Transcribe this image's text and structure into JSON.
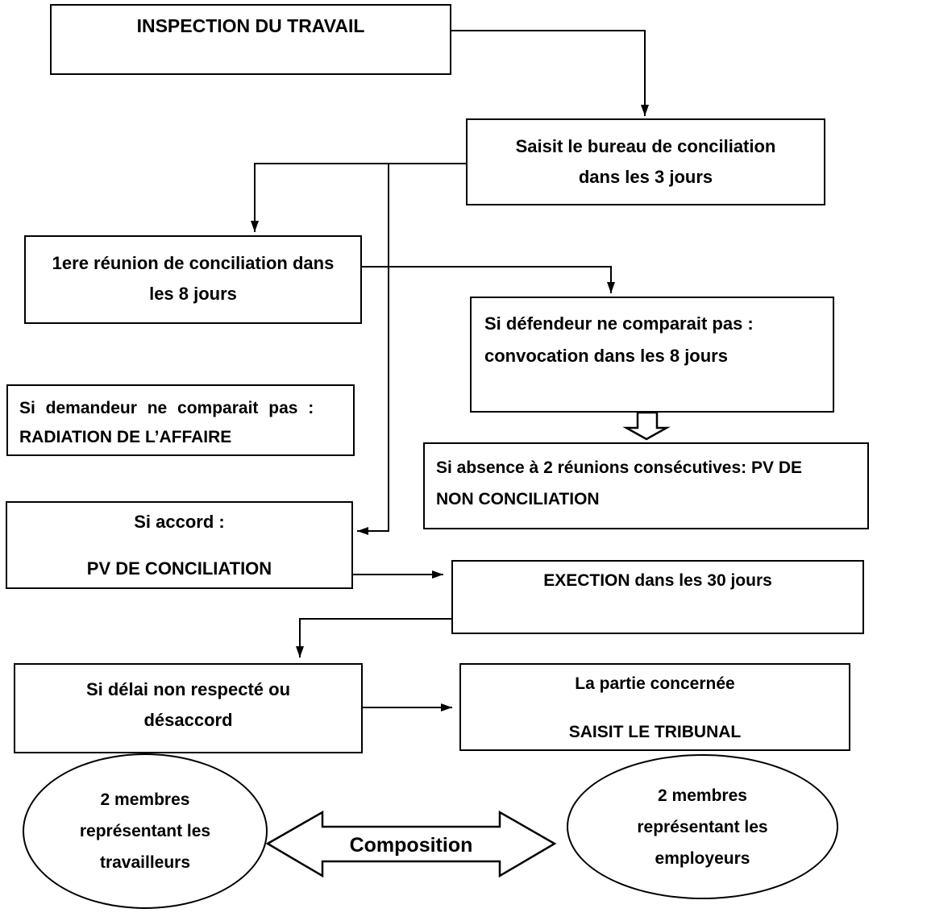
{
  "boxes": {
    "inspection": {
      "line1": "INSPECTION DU TRAVAIL"
    },
    "saisit": {
      "line1": "Saisit le bureau de conciliation",
      "line2": "dans les 3 jours"
    },
    "reunion": {
      "line1": "1ere réunion de conciliation dans",
      "line2": "les 8 jours"
    },
    "defendeur": {
      "line1": "Si défendeur ne comparait pas :",
      "line2": "convocation dans les 8 jours"
    },
    "demandeur": {
      "line1": "Si demandeur ne comparait pas :",
      "line2": "RADIATION DE L’AFFAIRE"
    },
    "absence": {
      "line1": "Si absence à 2 réunions consécutives: PV DE",
      "line2": "NON CONCILIATION"
    },
    "accord": {
      "line1": "Si accord :",
      "line2": "PV DE CONCILIATION"
    },
    "exection": {
      "line1": "EXECTION dans les 30 jours"
    },
    "delai": {
      "line1": "Si délai non respecté ou",
      "line2": "désaccord"
    },
    "partie": {
      "line1": "La partie concernée",
      "line2": "SAISIT LE TRIBUNAL"
    }
  },
  "ellipses": {
    "travailleurs": {
      "line1": "2 membres",
      "line2": "représentant les",
      "line3": "travailleurs"
    },
    "employeurs": {
      "line1": "2 membres",
      "line2": "représentant les",
      "line3": "employeurs"
    }
  },
  "labels": {
    "composition": "Composition"
  },
  "colors": {
    "border": "#000000",
    "text": "#000000",
    "background": "#ffffff"
  }
}
